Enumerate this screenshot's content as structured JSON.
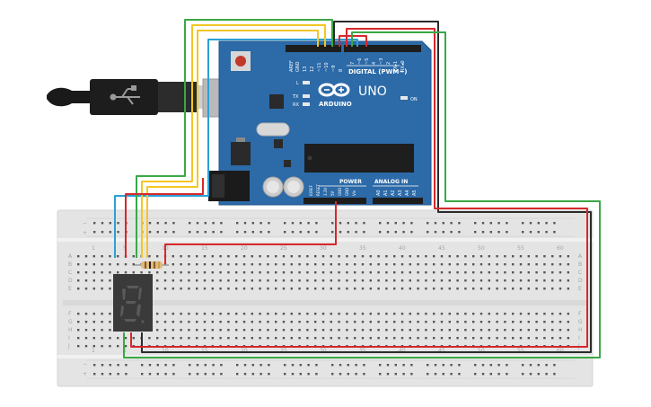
{
  "board": {
    "brand": "ARDUINO",
    "model": "UNO",
    "digital_label": "DIGITAL (PWM~)",
    "power_label": "POWER",
    "analog_label": "ANALOG IN",
    "on_label": "ON",
    "led_l": "L",
    "led_tx": "TX",
    "led_rx": "RX",
    "top_pins": [
      "AREF",
      "GND",
      "13",
      "12",
      "~11",
      "~10",
      "~9",
      "8",
      "7",
      "~6",
      "~5",
      "4",
      "~3",
      "2",
      "TX▸1",
      "RX◂0"
    ],
    "power_pins": [
      "IOREF",
      "RESET",
      "3.3V",
      "5V",
      "GND",
      "GND",
      "Vin"
    ],
    "analog_pins": [
      "A0",
      "A1",
      "A2",
      "A3",
      "A4",
      "A5"
    ]
  },
  "breadboard": {
    "col_numbers_top": [
      "1",
      "5",
      "10",
      "15",
      "20",
      "25",
      "30",
      "35",
      "40",
      "45",
      "50",
      "55",
      "60"
    ],
    "col_numbers_bottom": [
      "1",
      "5",
      "10",
      "15",
      "20",
      "25",
      "30",
      "35",
      "40",
      "45",
      "50",
      "55",
      "60"
    ],
    "rows_left_top": [
      "A",
      "B",
      "C",
      "D",
      "E"
    ],
    "rows_left_bottom": [
      "F",
      "G",
      "H",
      "I",
      "J"
    ],
    "rows_right_top": [
      "A",
      "B",
      "C",
      "D",
      "E"
    ],
    "rows_right_bottom": [
      "F",
      "G",
      "H",
      "I",
      "J"
    ],
    "rail_minus": "−",
    "rail_plus": "+"
  },
  "display": {
    "digit": "8"
  },
  "colors": {
    "wire_red": "#d6282b",
    "wire_black": "#2b2b2b",
    "wire_green": "#3aa845",
    "wire_yellow": "#f3c623",
    "wire_blue": "#2aa0d6",
    "board_blue": "#2c6aa8",
    "breadboard": "#e6e6e6"
  }
}
